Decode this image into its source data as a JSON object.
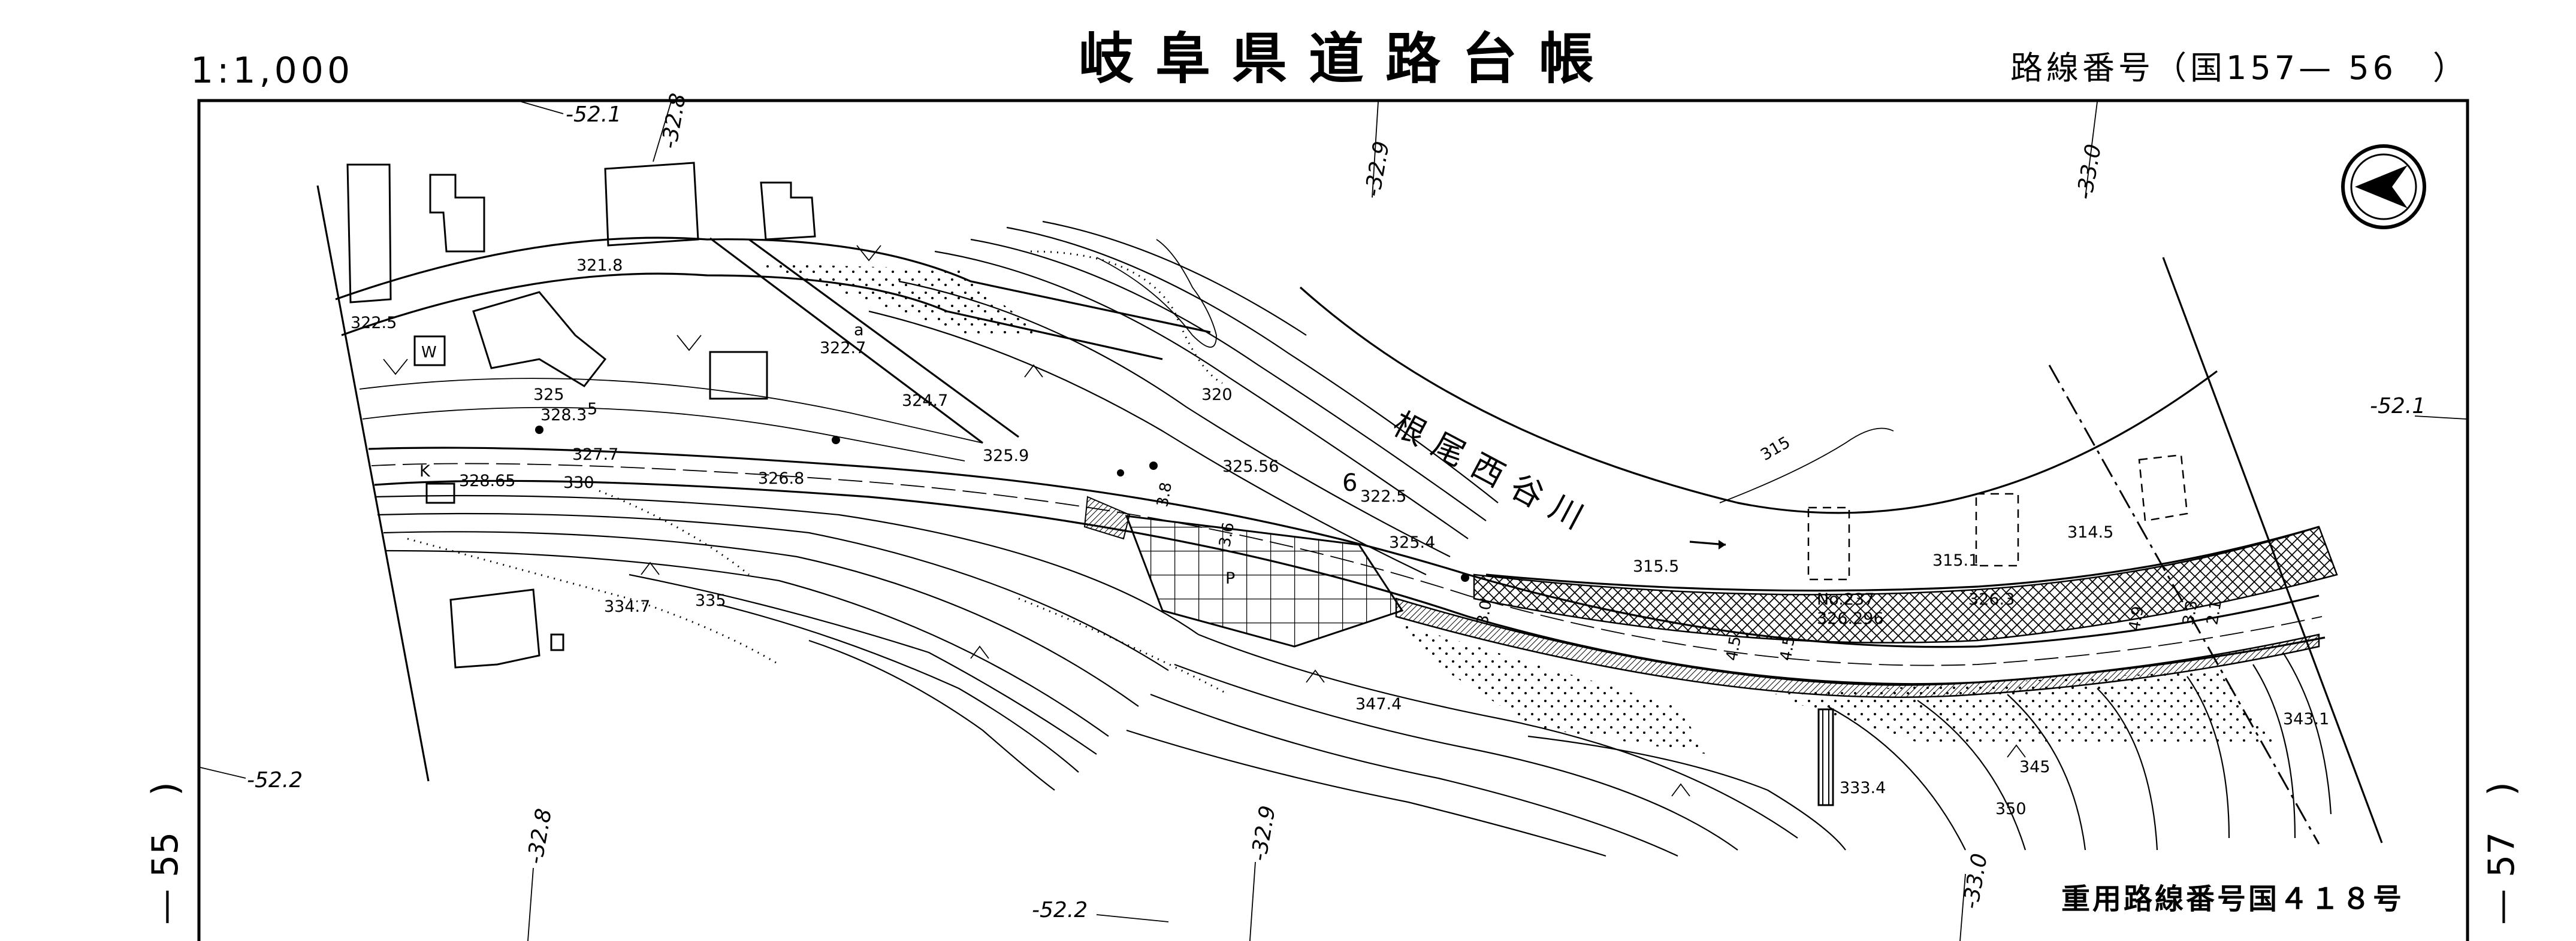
{
  "header": {
    "scale": "1:1,000",
    "title": "岐阜県道路台帳",
    "route_number": "路線番号（国157— 56　）"
  },
  "footer": {
    "overlap_route": "重用路線番号国４１８号"
  },
  "sheet_numbers": {
    "left": "— 55　)",
    "right": "— 57　)"
  },
  "grid_labels": {
    "top": [
      "-52.1",
      "-32.8",
      "-32.9",
      "-33.0"
    ],
    "bottom": [
      "-32.8",
      "-32.9",
      "-52.2",
      "-33.0"
    ],
    "left": "-52.2",
    "right": "-52.1"
  },
  "place_labels": {
    "river": "根尾西谷川",
    "route_code": "6",
    "station_number": "No.237",
    "station_distance": "326.296"
  },
  "elevations": [
    "321.8",
    "322.5",
    "322.7",
    "325",
    "328.3",
    "5",
    "324.7",
    "327.7",
    "325.9",
    "325.56",
    "328.65",
    "330",
    "326.8",
    "322.5",
    "325.4",
    "334.7",
    "335",
    "347.4",
    "315.5",
    "315.1",
    "314.5",
    "320",
    "315",
    "326.3",
    "333.4",
    "343.1",
    "345",
    "350"
  ],
  "symbols": {
    "well": "W",
    "parking": "P",
    "benchmark": "K",
    "alley_a": "a"
  },
  "widths": [
    "3.6",
    "3.8",
    "3.0",
    "4.5",
    "4.5",
    "4.9",
    "3.3",
    "2.1"
  ],
  "colors": {
    "ink": "#000000",
    "paper": "#ffffff"
  },
  "icons": [
    "north-arrow-icon"
  ]
}
